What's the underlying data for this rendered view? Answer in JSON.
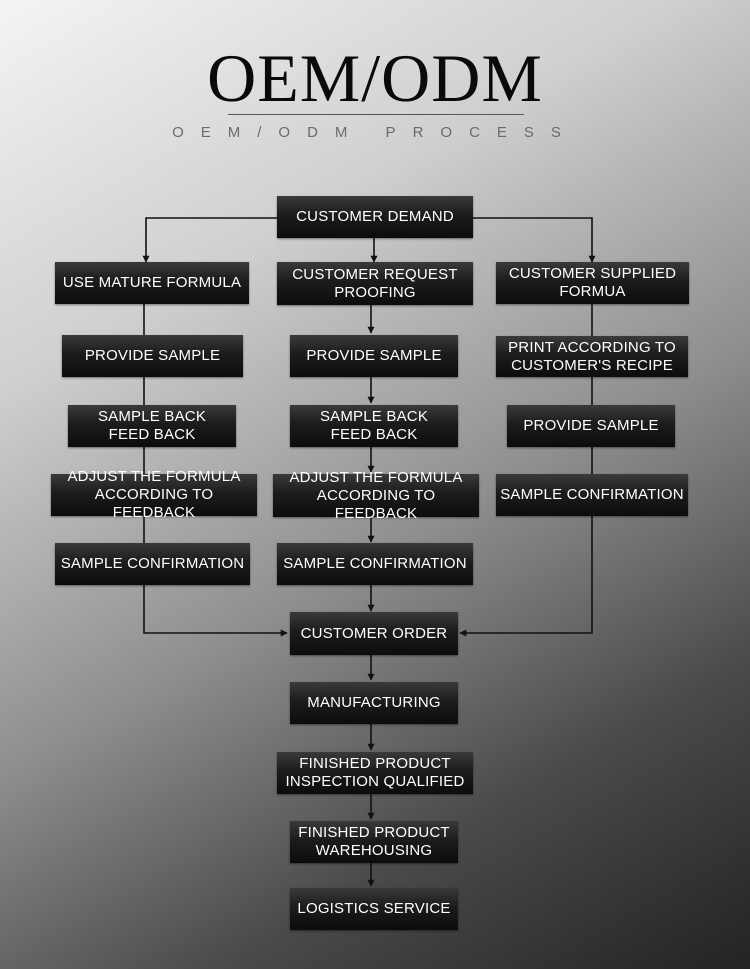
{
  "header": {
    "title": "OEM/ODM",
    "subtitle": "OEM/ODM PROCESS"
  },
  "nodes": {
    "customer_demand": "CUSTOMER DEMAND",
    "left": {
      "mature_formula": "USE MATURE FORMULA",
      "provide_sample": "PROVIDE SAMPLE",
      "sample_feedback": "SAMPLE BACK\nFEED BACK",
      "adjust_formula": "ADJUST THE FORMULA\nACCORDING TO FEEDBACK",
      "sample_confirmation": "SAMPLE CONFIRMATION"
    },
    "center": {
      "request_proofing": "CUSTOMER REQUEST\nPROOFING",
      "provide_sample": "PROVIDE SAMPLE",
      "sample_feedback": "SAMPLE BACK\nFEED BACK",
      "adjust_formula": "ADJUST THE FORMULA\nACCORDING TO FEEDBACK",
      "sample_confirmation": "SAMPLE CONFIRMATION"
    },
    "right": {
      "supplied_formula": "CUSTOMER SUPPLIED\nFORMUA",
      "print_recipe": "PRINT ACCORDING TO\nCUSTOMER'S RECIPE",
      "provide_sample": "PROVIDE SAMPLE",
      "sample_confirmation": "SAMPLE CONFIRMATION"
    },
    "customer_order": "CUSTOMER ORDER",
    "manufacturing": "MANUFACTURING",
    "inspection": "FINISHED PRODUCT\nINSPECTION QUALIFIED",
    "warehousing": "FINISHED PRODUCT\nWAREHOUSING",
    "logistics": "LOGISTICS SERVICE"
  },
  "colors": {
    "box": "#111111",
    "box_text": "#ffffff",
    "connector": "#111111"
  }
}
